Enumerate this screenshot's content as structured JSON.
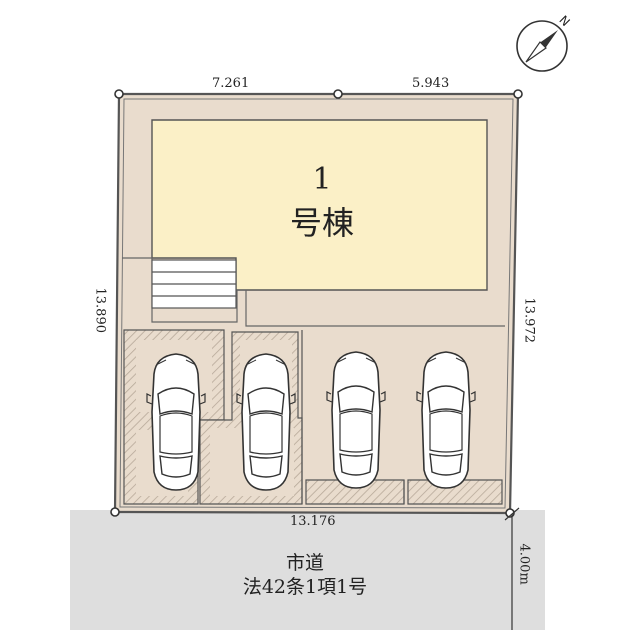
{
  "lot": {
    "top_left_dim": "7.261",
    "top_right_dim": "5.943",
    "left_dim": "13.890",
    "right_dim": "13.972",
    "bottom_dim": "13.176"
  },
  "building": {
    "number": "1",
    "name": "号棟"
  },
  "road": {
    "name": "市道",
    "law": "法42条1項1号",
    "width": "4.00m"
  },
  "compass": {
    "north_label": "N"
  },
  "colors": {
    "lot_fill": "#e9dccd",
    "building_fill": "#fbf0c7",
    "road_fill": "#dedede",
    "outline": "#555555"
  },
  "parking": {
    "car_count": 4
  }
}
